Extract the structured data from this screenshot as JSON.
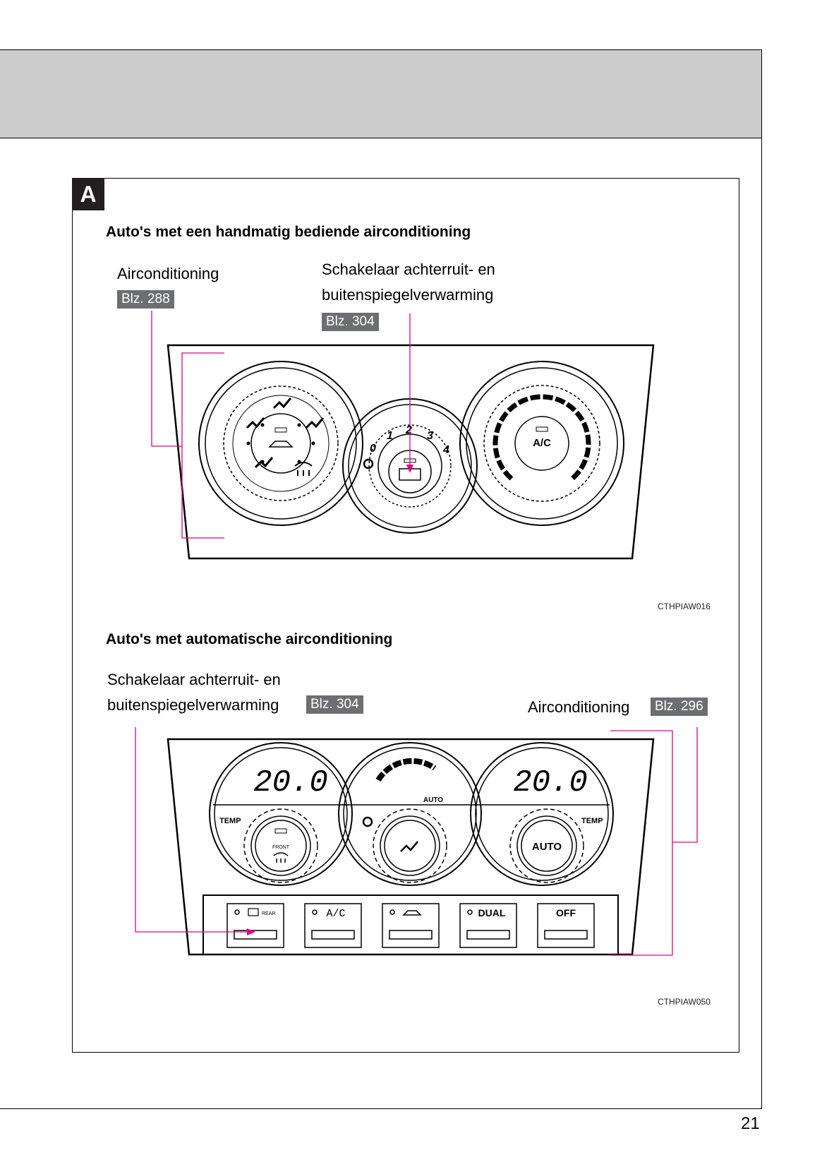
{
  "section": {
    "badge": "A"
  },
  "manual": {
    "heading": "Auto's met een handmatig bediende airconditioning",
    "ac_label": "Airconditioning",
    "ac_ref": "Blz. 288",
    "defog_label_line1": "Schakelaar achterruit- en",
    "defog_label_line2": "buitenspiegelverwarming",
    "defog_ref": "Blz. 304",
    "fan_speeds": [
      "0",
      "1",
      "2",
      "3",
      "4"
    ],
    "ac_button": "A/C",
    "image_code": "CTHPIAW016"
  },
  "automatic": {
    "heading": "Auto's met automatische airconditioning",
    "defog_label_line1": "Schakelaar achterruit- en",
    "defog_label_line2": "buitenspiegelverwarming",
    "defog_ref": "Blz. 304",
    "ac_label": "Airconditioning",
    "ac_ref": "Blz. 296",
    "left_display": "20.0",
    "right_display": "20.0",
    "temp_left": "TEMP",
    "temp_right": "TEMP",
    "auto_text": "AUTO",
    "front_text": "FRONT",
    "auto_button": "AUTO",
    "buttons": [
      "REAR",
      "A/C",
      "DUAL",
      "OFF"
    ],
    "image_code": "CTHPIAW050"
  },
  "page_number": "21",
  "colors": {
    "leader": "#e6007e",
    "ref_box": "#6d6e71",
    "header": "#cccccc"
  }
}
